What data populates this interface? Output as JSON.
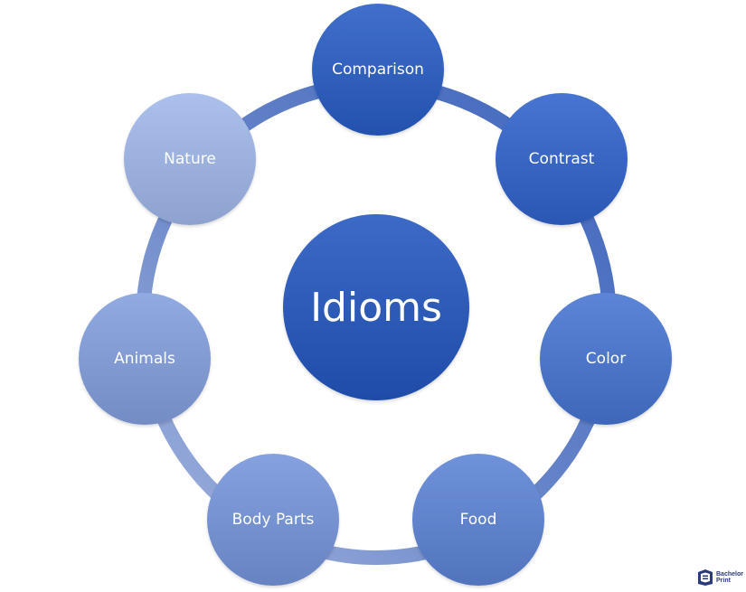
{
  "diagram": {
    "center": {
      "label": "Idioms",
      "color": "#2e5cb8"
    },
    "nodes": [
      {
        "id": "comparison",
        "label": "Comparison",
        "color": "#2f5dba"
      },
      {
        "id": "contrast",
        "label": "Contrast",
        "color": "#3663c0"
      },
      {
        "id": "color",
        "label": "Color",
        "color": "#4a73c6"
      },
      {
        "id": "food",
        "label": "Food",
        "color": "#5d80c9"
      },
      {
        "id": "bodyparts",
        "label": "Body Parts",
        "color": "#738fcd"
      },
      {
        "id": "animals",
        "label": "Animals",
        "color": "#8098d0"
      },
      {
        "id": "nature",
        "label": "Nature",
        "color": "#9aaedb"
      }
    ],
    "ring_colors": [
      "#3e64bd",
      "#6a87c9",
      "#a3b4de"
    ]
  },
  "logo": {
    "line1": "Bachelor",
    "line2": "Print",
    "icon": "bachelorprint-logo-icon"
  }
}
